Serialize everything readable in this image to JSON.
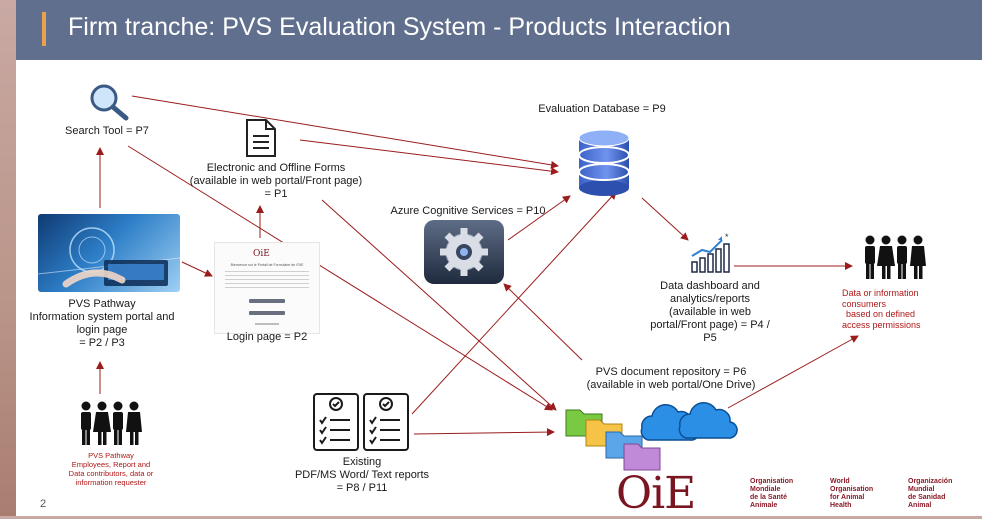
{
  "title": "Firm tranche: PVS Evaluation System - Products Interaction",
  "page_number": "2",
  "nodes": {
    "search_tool": "Search Tool = P7",
    "forms": [
      "Electronic and Offline Forms",
      "(available in web portal/Front page)",
      "= P1"
    ],
    "evaluation_db": "Evaluation Database = P9",
    "azure": "Azure Cognitive Services = P10",
    "pvs_pathway": [
      "PVS Pathway",
      "Information system portal and",
      "login page",
      "= P2 / P3"
    ],
    "login_page": "Login page = P2",
    "dashboard": [
      "Data dashboard and",
      "analytics/reports",
      "(available in web",
      "portal/Front page) = P4 /",
      "P5"
    ],
    "consumers": [
      "Data or information",
      "consumers",
      "based on defined",
      "access permissions"
    ],
    "repository": [
      "PVS document repository = P6",
      "(available in web portal/One Drive)"
    ],
    "existing_reports": [
      "Existing",
      "PDF/MS Word/ Text reports",
      "= P8 / P11"
    ],
    "people_left": [
      "PVS Pathway",
      "Employees, Report and",
      "Data contributors, data or",
      "information requester"
    ]
  },
  "login_thumb": {
    "logo": "OiE",
    "heading": "Bienvenue sur le Portail de Formulaire de l'OiE"
  },
  "logo": {
    "mark": "OiE",
    "columns": [
      "Organisation\nMondiale\nde la Santé\nAnimale",
      "World\nOrganisation\nfor Animal\nHealth",
      "Organización\nMundial\nde Sanidad\nAnimal"
    ]
  },
  "colors": {
    "title_bar": "#5f6f8d",
    "accent": "#e8a24a",
    "arrow": "#9b1c1c",
    "red_text": "#b01818"
  },
  "icons": [
    "magnifier-icon",
    "document-icon",
    "database-icon",
    "gear-icon",
    "chart-icon",
    "people-icon",
    "folder-icon",
    "cloud-icon",
    "checklist-icon"
  ]
}
